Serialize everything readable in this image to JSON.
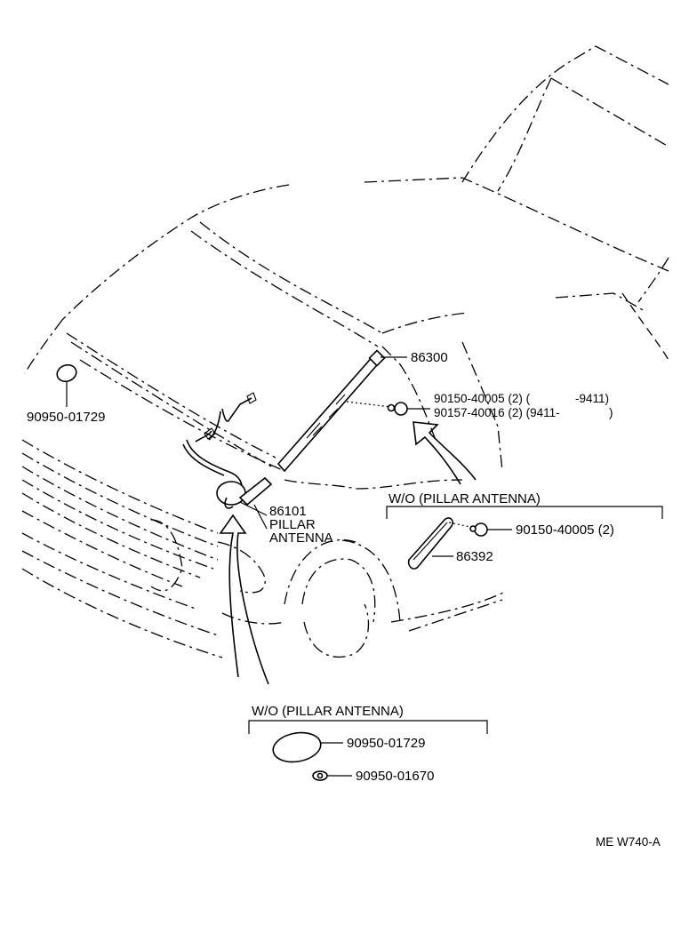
{
  "labels": {
    "p86300": "86300",
    "p90150a": "90150-40005 (2) (",
    "p90150a_range": "-9411)",
    "p90157": "90157-40016 (2) (9411-",
    "p90157_range": ")",
    "p90950_top": "90950-01729",
    "p86101": "86101",
    "pillar1": "PILLAR",
    "antenna1": "ANTENNA",
    "wo_right": "W/O  (PILLAR ANTENNA)",
    "p90150b": "90150-40005 (2)",
    "p86392": "86392",
    "wo_bottom": "W/O  (PILLAR ANTENNA)",
    "p90950_b1": "90950-01729",
    "p90950_b2": "90950-01670",
    "drawing_code": "ME  W740-A"
  }
}
